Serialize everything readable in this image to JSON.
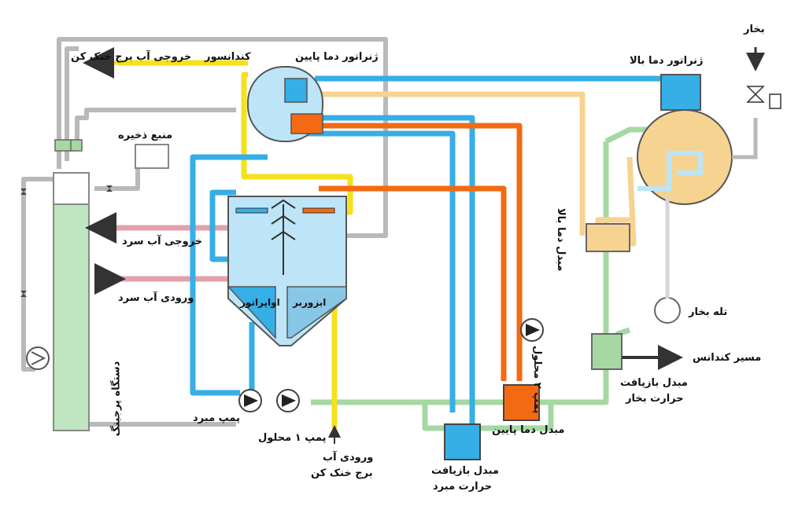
{
  "colors": {
    "condenser_water": "#f5e11d",
    "chilled_water": "#e3a1ad",
    "refrigerant": "#36aee6",
    "strong_solution": "#f36a12",
    "weak_solution": "#f7d391",
    "steam": "#a5d8a3",
    "purge": "#b9b9b9",
    "vessel_fill": "#bde5f7",
    "purge_fill": "#bfe6c0"
  },
  "labels": {
    "condenser_water_outlet": "خروجی آب برج خنک کن",
    "condenser": "کندانسور",
    "low_temp_generator": "ژنراتور دما پایین",
    "high_temp_generator": "ژنراتور دما بالا",
    "steam": "بخار",
    "reserve_tank": "منبع ذخیره",
    "chilled_water_outlet": "خروجی آب سرد",
    "chilled_water_inlet": "ورودی آب سرد",
    "evaporator": "اواپراتور",
    "absorber": "ابزوربر",
    "purge_unit": "دستگاه پرجینگ",
    "refrigerant_pump": "پمپ مبرد",
    "solution_pump_1": "پمپ ۱ محلول",
    "cooling_tower_inlet_1": "ورودی آب",
    "cooling_tower_inlet_2": "برج خنک کن",
    "refrigerant_hx_1": "مبدل بازیافت",
    "refrigerant_hx_2": "حرارت مبرد",
    "low_temp_hx": "مبدل دما پایین",
    "solution_pump_2": "پمپ ۲ محلول",
    "high_temp_hx": "مبدل دما بالا",
    "steam_trap": "تله بخار",
    "condensate_path": "مسیر کندانس",
    "steam_hx_1": "مبدل بازیافت",
    "steam_hx_2": "حرارت بخار"
  }
}
